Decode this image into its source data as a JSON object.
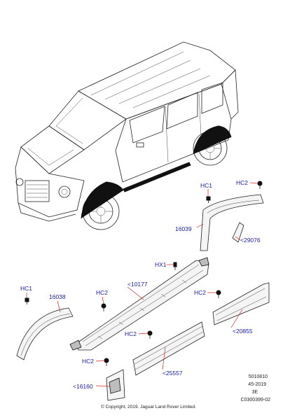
{
  "labels": {
    "hc1_top": "HC1",
    "hc2_top": "HC2",
    "p16039": "16039",
    "p29076": "<29076",
    "hx1": "HX1",
    "p10177": "<10177",
    "hc1_left": "HC1",
    "p16038": "16038",
    "hc2_mid": "HC2",
    "hc2_right": "HC2",
    "p20855": "<20855",
    "hc2_lower": "HC2",
    "p25557": "<25557",
    "hc2_bottom": "HC2",
    "p16160": "<16160"
  },
  "reference": {
    "line1": "5010810",
    "line2": "45-2019",
    "line3": "3E",
    "line4": "C0300399-02"
  },
  "copyright": "© Copyright, 2019. Jaguar Land Rover Limited."
}
